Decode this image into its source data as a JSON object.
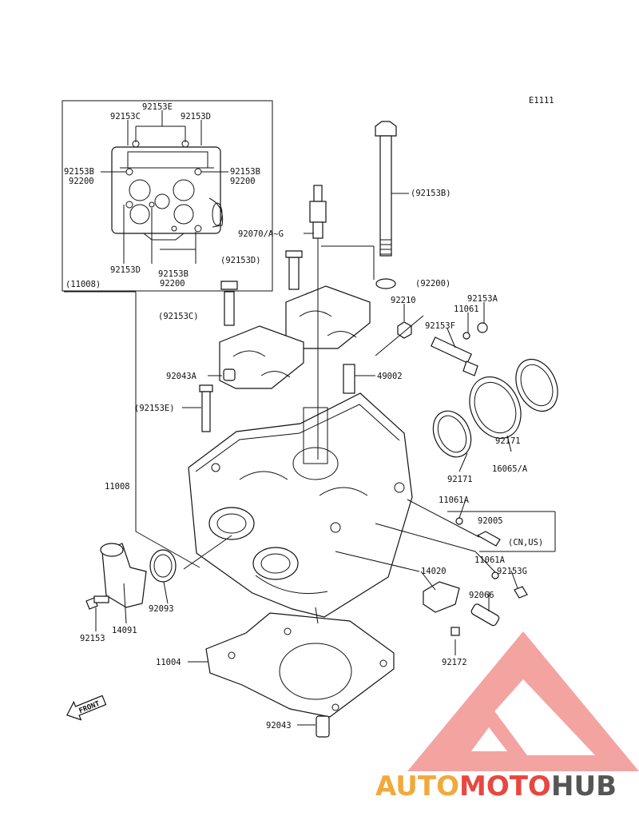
{
  "diagram_code": "E1111",
  "inset_labels": [
    "92153E",
    "92153C",
    "92153D",
    "92153B",
    "92200",
    "92153B",
    "92200",
    "92153D",
    "92153B",
    "92200",
    "(11008)"
  ],
  "labels": [
    "(92153B)",
    "92070/A~G",
    "(92153D)",
    "(92200)",
    "92210",
    "11061",
    "92153A",
    "(92153C)",
    "92153F",
    "92043A",
    "49002",
    "(92153E)",
    "92171",
    "16065/A",
    "11008",
    "92171",
    "11061A",
    "92005",
    "(CN,US)",
    "11061A",
    "92153G",
    "14020",
    "92093",
    "92066",
    "92153",
    "14091",
    "11004",
    "92172",
    "92043"
  ],
  "front_label": "FRONT",
  "brand": {
    "part1": "AUTO",
    "part2": "MOTO",
    "part3": "HUB",
    "color1": "#f2a93b",
    "color2": "#e8473f",
    "color3": "#555555"
  }
}
